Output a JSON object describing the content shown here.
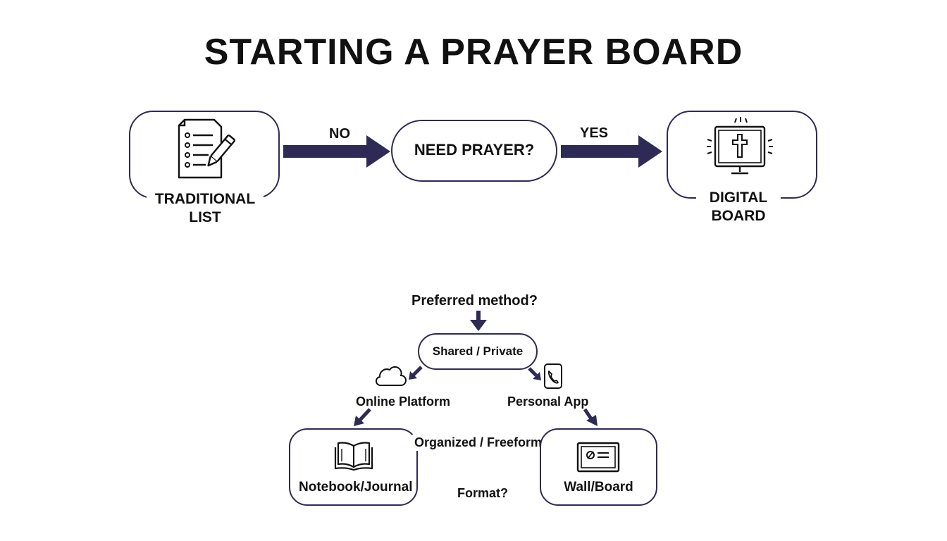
{
  "title": "STARTING A PRAYER BOARD",
  "top_flow": {
    "left_node": {
      "line1": "TRADITIONAL",
      "line2": "LIST",
      "icon": "checklist-pencil-icon"
    },
    "center_node": {
      "label": "NEED PRAYER?"
    },
    "right_node": {
      "line1": "DIGITAL",
      "line2": "BOARD",
      "icon": "monitor-cross-icon"
    },
    "arrow_no_label": "NO",
    "arrow_yes_label": "YES"
  },
  "bottom_flow": {
    "question": "Preferred method?",
    "shared_node": {
      "label": "Shared / Private"
    },
    "left_branch": {
      "label": "Online Platform",
      "icon": "cloud-icon"
    },
    "right_branch": {
      "label": "Personal App",
      "icon": "phone-icon"
    },
    "middle_label": "Organized / Freeform",
    "notebook_node": {
      "label": "Notebook/Journal",
      "icon": "open-book-icon"
    },
    "wall_node": {
      "label": "Wall/Board",
      "icon": "board-icon"
    },
    "format_label": "Format?"
  },
  "colors": {
    "accent": "#2d2b55",
    "text": "#111111",
    "background": "#ffffff"
  }
}
